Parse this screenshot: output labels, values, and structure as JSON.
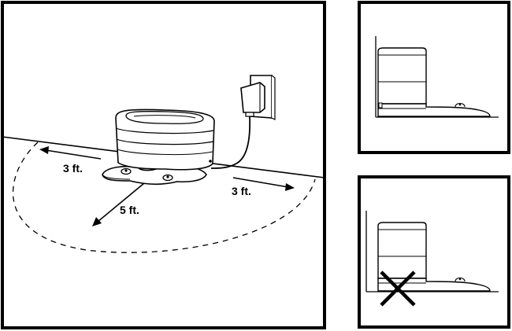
{
  "main_panel": {
    "label_left": "3 ft.",
    "label_right": "3 ft.",
    "label_front": "5 ft."
  },
  "side_panels": {
    "correct_state": "flush-against-wall",
    "incorrect_state": "gap-from-wall",
    "incorrect_mark": "x-mark-icon"
  },
  "colors": {
    "ink": "#000000",
    "background": "#ffffff",
    "panel_border": "#000000"
  }
}
